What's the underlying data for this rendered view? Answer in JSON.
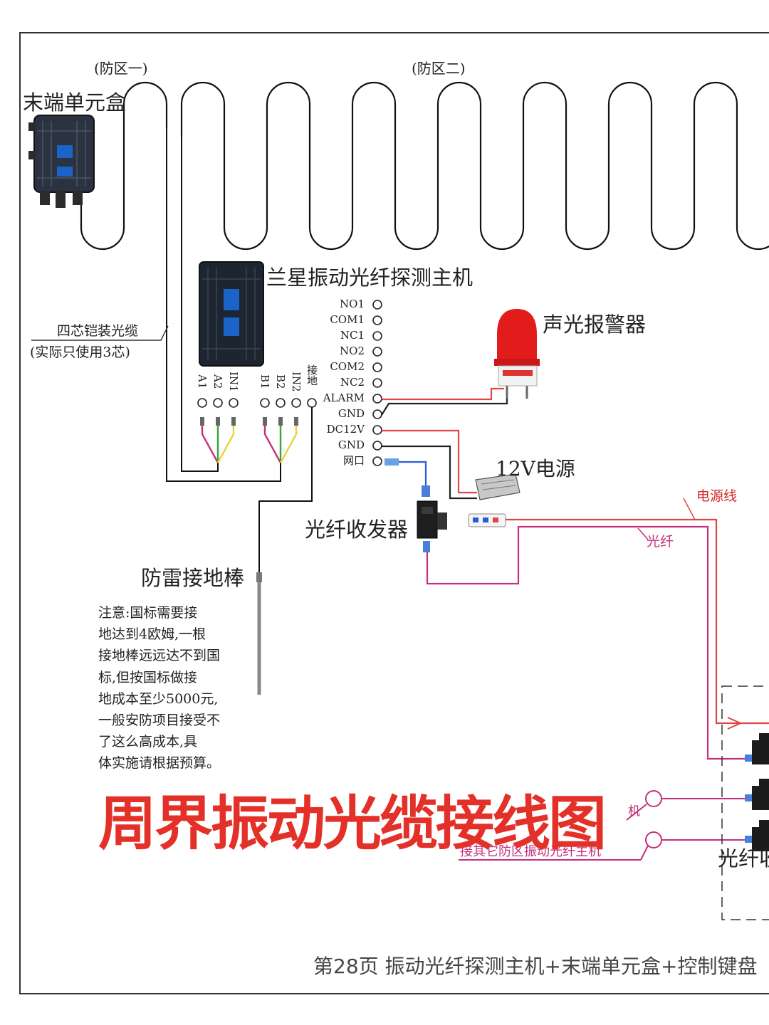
{
  "zones": {
    "zone1": "(防区一)",
    "zone2": "(防区二)"
  },
  "devices": {
    "end_box": "末端单元盒",
    "host": "兰星振动光纤探测主机",
    "alarm": "声光报警器",
    "psu": "12V电源",
    "transceiver": "光纤收发器",
    "ground_rod": "防雷接地棒",
    "transceiver_right": "光纤收"
  },
  "cable": {
    "label": "四芯铠装光缆",
    "note": "(实际只使用3芯)"
  },
  "host_terminals": {
    "bottom": [
      "A1",
      "A2",
      "IN1",
      "B1",
      "B2",
      "IN2",
      "接地"
    ],
    "right": [
      "NO1",
      "COM1",
      "NC1",
      "NO2",
      "COM2",
      "NC2",
      "ALARM",
      "GND",
      "DC12V",
      "GND",
      "网口"
    ]
  },
  "wire_labels": {
    "power": "电源线",
    "fiber": "光纤",
    "other_zone": "接其它防区振动光纤主机",
    "host_suffix": "机"
  },
  "notice_lines": [
    "注意:国标需要接",
    "地达到4欧姆,一根",
    "接地棒远远达不到国",
    "标,但按国标做接",
    "地成本至少5000元,",
    "一般安防项目接受不",
    "了这么高成本,具",
    "体实施请根据预算。"
  ],
  "title": "周界振动光缆接线图",
  "footer": "第28页  振动光纤探测主机+末端单元盒+控制键盘",
  "colors": {
    "title": "#e33129",
    "red_wire": "#e04545",
    "pink_wire": "#c4307a",
    "blue_wire": "#2a5bd7",
    "black_wire": "#222222"
  }
}
